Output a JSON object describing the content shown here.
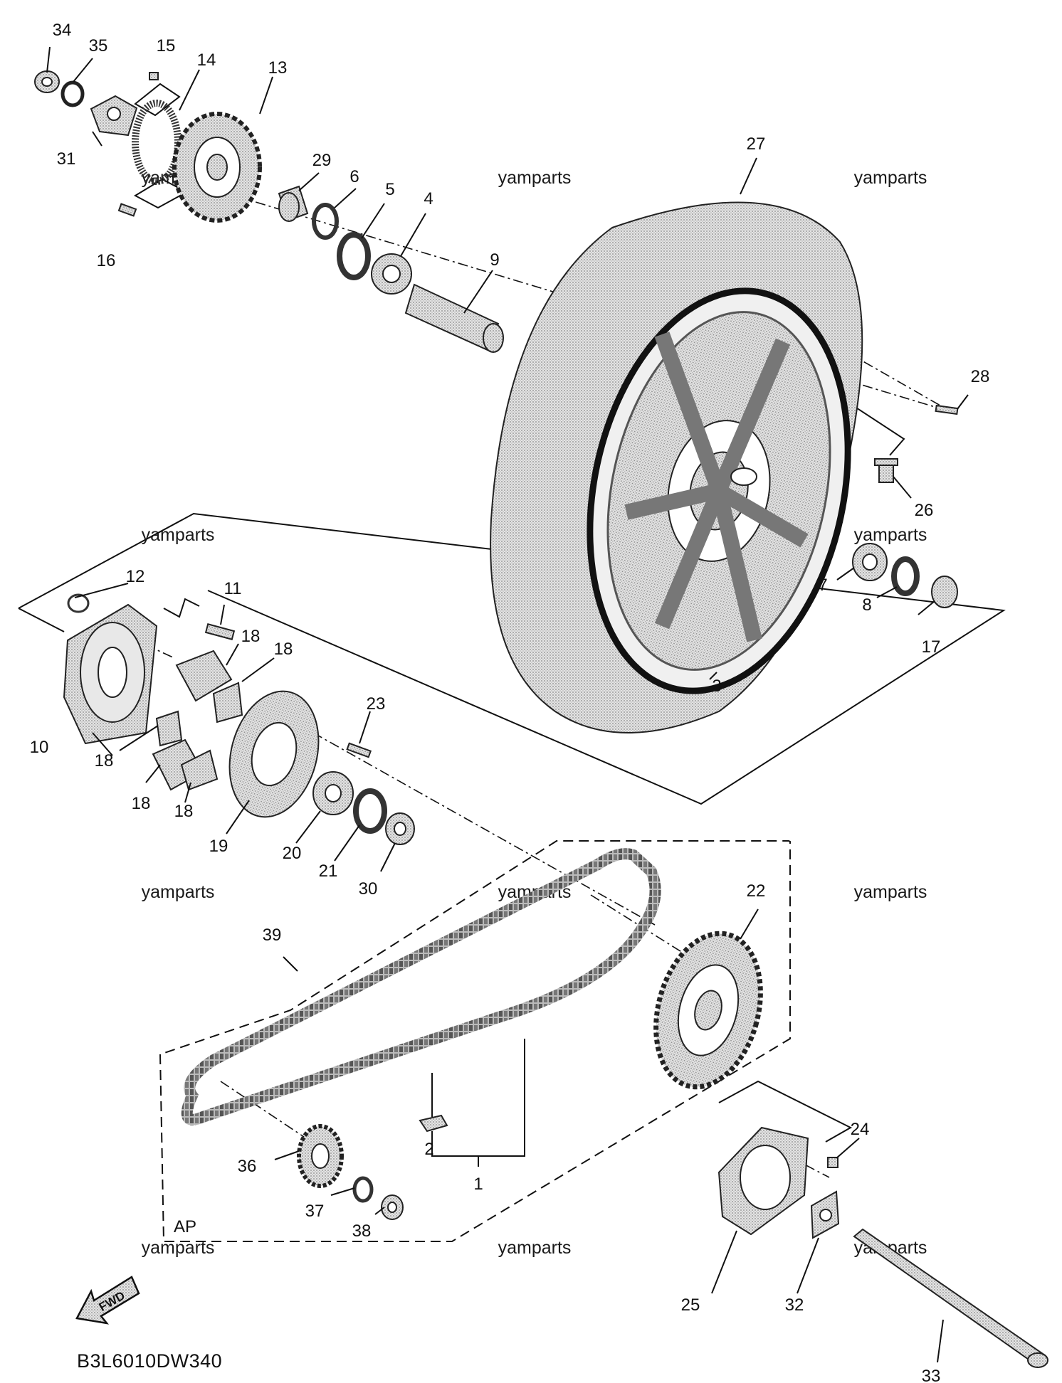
{
  "diagram": {
    "code": "B3L6010DW340",
    "group_label": "AP",
    "fwd_label": "FWD",
    "watermark": "yamparts",
    "callouts": [
      "1",
      "2",
      "3",
      "4",
      "5",
      "6",
      "7",
      "8",
      "9",
      "10",
      "11",
      "12",
      "13",
      "14",
      "15",
      "16",
      "17",
      "18",
      "18",
      "18",
      "18",
      "18",
      "19",
      "20",
      "21",
      "22",
      "23",
      "24",
      "25",
      "26",
      "27",
      "28",
      "29",
      "30",
      "31",
      "32",
      "33",
      "34",
      "35",
      "36",
      "37",
      "38",
      "39"
    ]
  },
  "colors": {
    "line": "#111111",
    "part_fill": "#c8c8c8",
    "tire_fill": "#d6d6d6",
    "dark": "#444444"
  }
}
